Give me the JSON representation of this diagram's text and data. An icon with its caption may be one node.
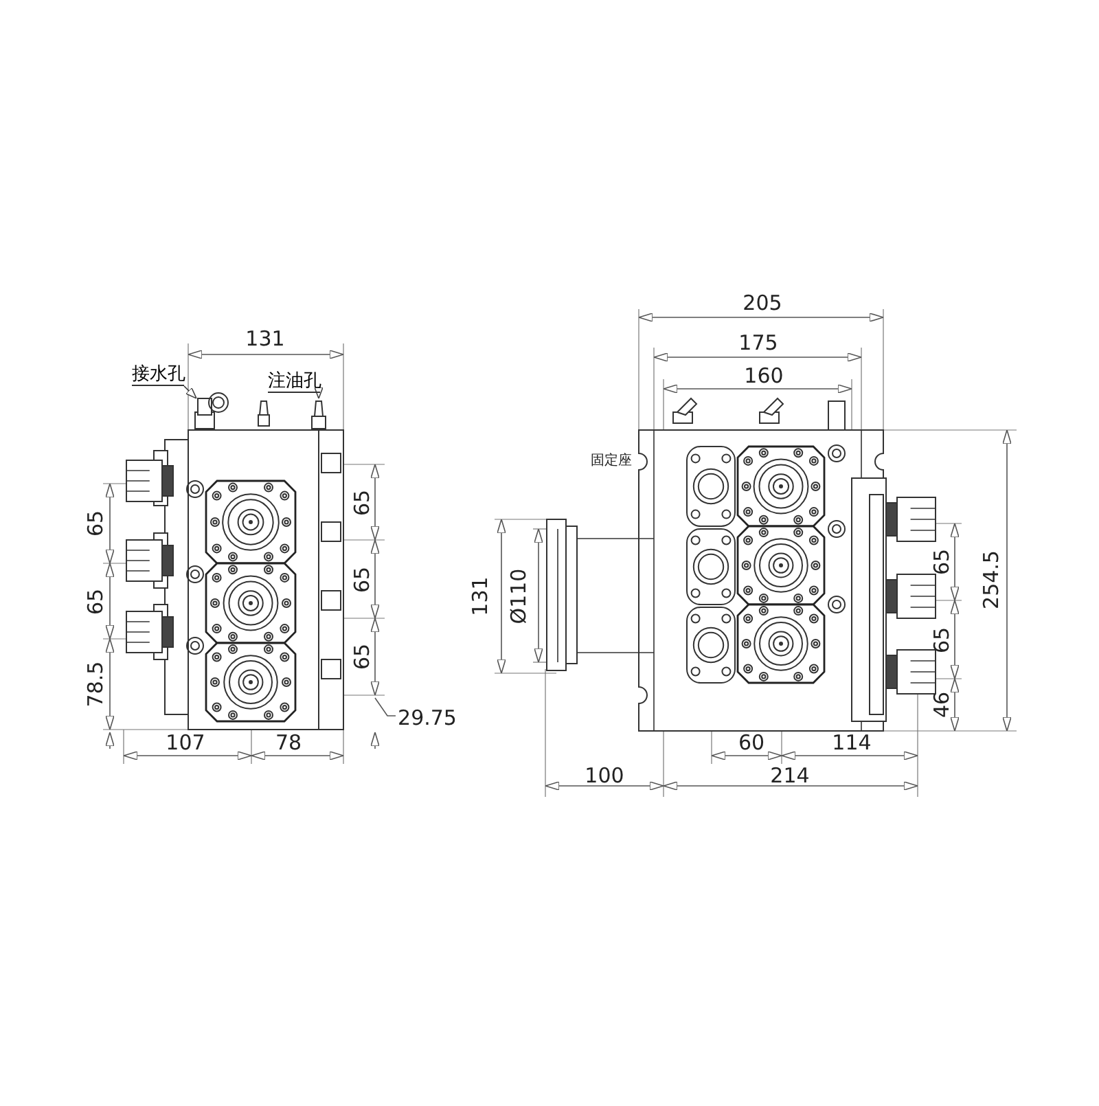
{
  "diagram": {
    "nodes": [
      {
        "text": [
          "接水孔"
        ]
      },
      {
        "text": [],
        "shape": "picture"
      },
      {
        "text": [
          "注油孔"
        ]
      },
      {
        "text": [],
        "shape": "picture"
      }
    ],
    "edges": [
      {
        "from": 0,
        "to": 1,
        "arrow": "to"
      },
      {
        "from": 2,
        "to": 3,
        "arrow": "to"
      }
    ],
    "labels": [
      "131",
      "65",
      "65",
      "78.5",
      "65",
      "65",
      "65",
      "29.75",
      "107",
      "78",
      "205",
      "175",
      "160",
      "固定座",
      "131",
      "Ø110",
      "65",
      "65",
      "46",
      "254.5",
      "60",
      "114",
      "100",
      "214"
    ]
  }
}
